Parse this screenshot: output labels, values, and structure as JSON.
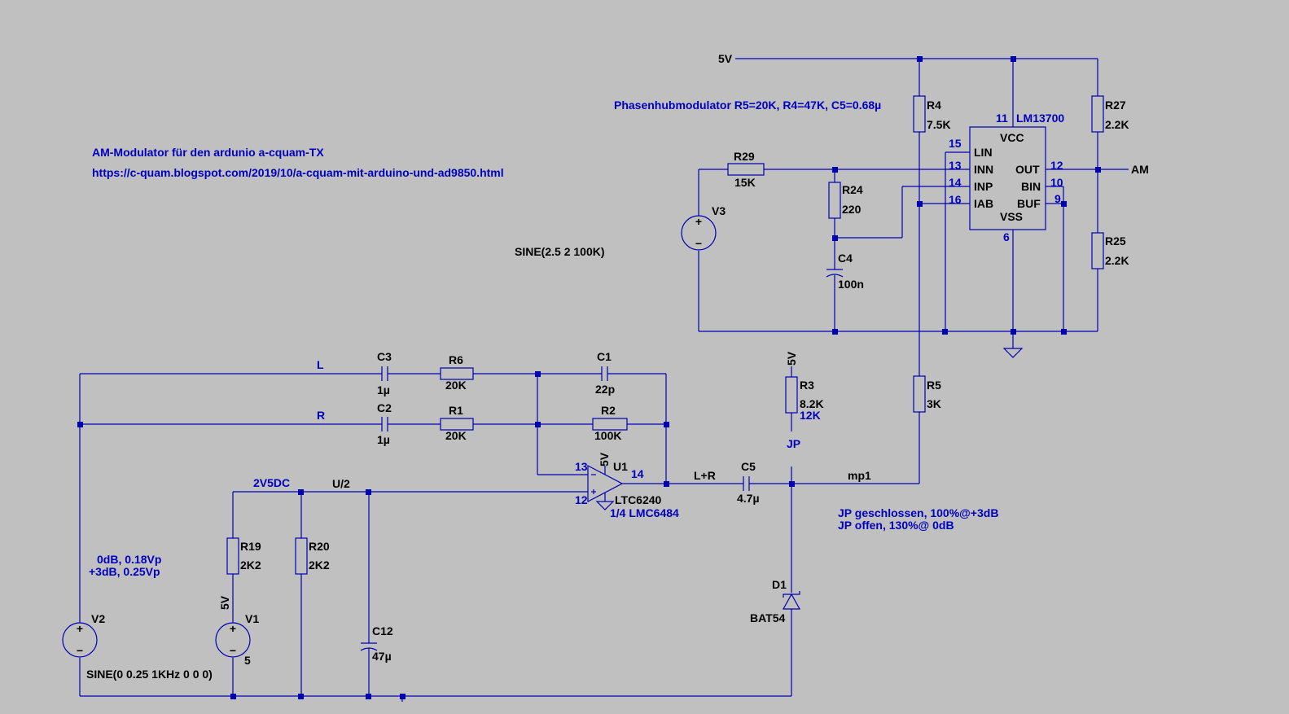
{
  "comments": {
    "title": "AM-Modulator für den ardunio a-cquam-TX",
    "url": "https://c-quam.blogspot.com/2019/10/a-cquam-mit-arduino-und-ad9850.html",
    "phase_mod": "Phasenhubmodulator R5=20K, R4=47K, C5=0.68µ",
    "sine_v3": "SINE(2.5 2 100K)",
    "jp_closed": "JP geschlossen, 100%@+3dB",
    "jp_open": "JP offen, 130%@ 0dB",
    "level_0db": "0dB, 0.18Vp",
    "level_3db": "+3dB, 0.25Vp",
    "sine_v2": "SINE(0 0.25 1KHz 0 0 0)"
  },
  "nets": {
    "vcc": "5V",
    "am": "AM",
    "left": "L",
    "right": "R",
    "ref": "2V5DC",
    "half": "U/2",
    "sum": "L+R",
    "mp1": "mp1",
    "jp": "JP",
    "u1_supply": "5V",
    "r3_supply": "5V",
    "v1_supply": "5V"
  },
  "components": {
    "r4": {
      "ref": "R4",
      "value": "7.5K"
    },
    "r27": {
      "ref": "R27",
      "value": "2.2K"
    },
    "r25": {
      "ref": "R25",
      "value": "2.2K"
    },
    "r29": {
      "ref": "R29",
      "value": "15K"
    },
    "r24": {
      "ref": "R24",
      "value": "220"
    },
    "c4": {
      "ref": "C4",
      "value": "100n"
    },
    "v3": {
      "ref": "V3"
    },
    "c3": {
      "ref": "C3",
      "value": "1µ"
    },
    "r6": {
      "ref": "R6",
      "value": "20K"
    },
    "c1": {
      "ref": "C1",
      "value": "22p"
    },
    "c2": {
      "ref": "C2",
      "value": "1µ"
    },
    "r1": {
      "ref": "R1",
      "value": "20K"
    },
    "r2": {
      "ref": "R2",
      "value": "100K"
    },
    "r3": {
      "ref": "R3",
      "value": "8.2K",
      "alt_value": "12K"
    },
    "r5": {
      "ref": "R5",
      "value": "3K"
    },
    "u1": {
      "ref": "U1",
      "value": "LTC6240",
      "note": "1/4 LMC6484",
      "pin_in_minus": "13",
      "pin_in_plus": "12",
      "pin_out": "14"
    },
    "c5": {
      "ref": "C5",
      "value": "4.7µ"
    },
    "r19": {
      "ref": "R19",
      "value": "2K2"
    },
    "r20": {
      "ref": "R20",
      "value": "2K2"
    },
    "v1": {
      "ref": "V1",
      "value": "5"
    },
    "v2": {
      "ref": "V2"
    },
    "c12": {
      "ref": "C12",
      "value": "47µ"
    },
    "d1": {
      "ref": "D1",
      "value": "BAT54"
    }
  },
  "ic": {
    "ref": "LM13700",
    "pins": [
      {
        "num": "11",
        "name": "VCC"
      },
      {
        "num": "15",
        "name": "LIN"
      },
      {
        "num": "13",
        "name": "INN"
      },
      {
        "num": "14",
        "name": "INP"
      },
      {
        "num": "16",
        "name": "IAB"
      },
      {
        "num": "12",
        "name": "OUT"
      },
      {
        "num": "10",
        "name": "BIN"
      },
      {
        "num": "9",
        "name": "BUF"
      },
      {
        "num": "6",
        "name": "VSS"
      }
    ]
  },
  "signs": {
    "plus": "+",
    "minus": "−"
  }
}
